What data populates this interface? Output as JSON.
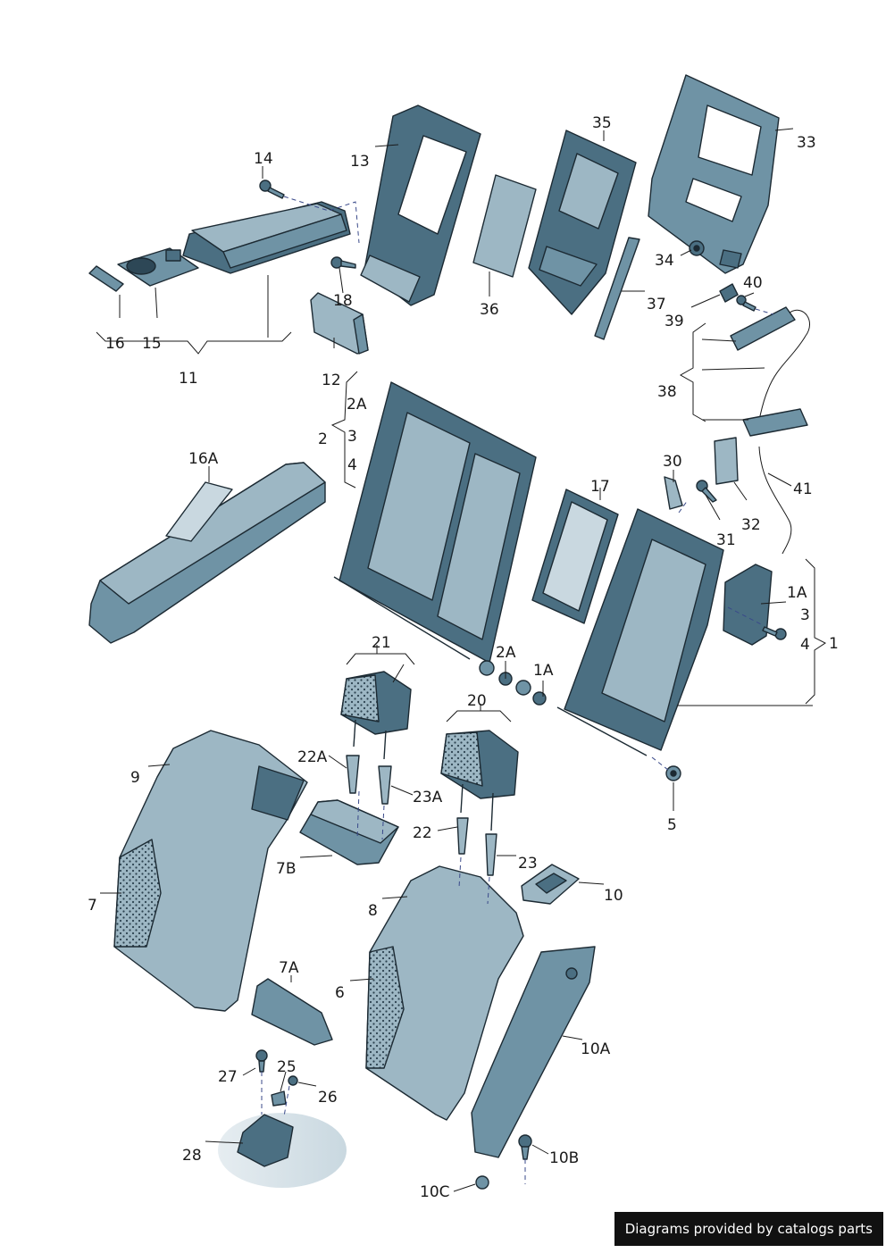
{
  "colors": {
    "part_dark": "#4b6f82",
    "part_mid": "#6f93a5",
    "part_light": "#9db7c4",
    "part_pale": "#c9d8e0",
    "outline": "#1c2a33",
    "dash": "#3a4a8a",
    "credit_bg": "#111111"
  },
  "labels": {
    "l14": "14",
    "l13": "13",
    "l35": "35",
    "l33": "33",
    "l34": "34",
    "l18": "18",
    "l36": "36",
    "l37": "37",
    "l40": "40",
    "l39": "39",
    "l16": "16",
    "l15": "15",
    "l11": "11",
    "l12": "12",
    "l2A_top": "2A",
    "l2": "2",
    "l3_left": "3",
    "l4_left": "4",
    "l38": "38",
    "l16A": "16A",
    "l30": "30",
    "l17": "17",
    "l41": "41",
    "l32": "32",
    "l31": "31",
    "l1A_right": "1A",
    "l3_right": "3",
    "l4_right": "4",
    "l1": "1",
    "l21": "21",
    "l2A_mid": "2A",
    "l1A_mid": "1A",
    "l20": "20",
    "l22A": "22A",
    "l9": "9",
    "l23A": "23A",
    "l5": "5",
    "l22": "22",
    "l7B": "7B",
    "l23": "23",
    "l10": "10",
    "l7": "7",
    "l8": "8",
    "l7A": "7A",
    "l6": "6",
    "l10A": "10A",
    "l27": "27",
    "l25": "25",
    "l26": "26",
    "l28": "28",
    "l10B": "10B",
    "l10C": "10C"
  },
  "credit": "Diagrams provided by catalogs parts"
}
